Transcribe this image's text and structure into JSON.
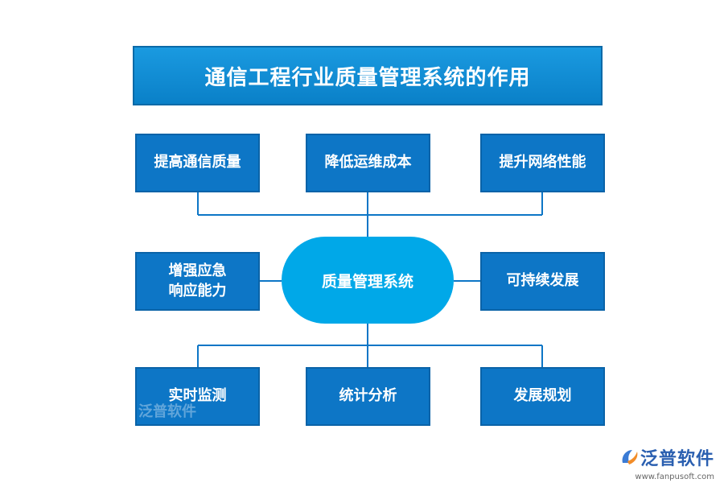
{
  "title": "通信工程行业质量管理系统的作用",
  "center": "质量管理系统",
  "top": [
    "提高通信质量",
    "降低运维成本",
    "提升网络性能"
  ],
  "middle_left": [
    "增强应急",
    "响应能力"
  ],
  "middle_right": "可持续发展",
  "bottom": [
    "实时监测",
    "统计分析",
    "发展规划"
  ],
  "logo": {
    "brand": "泛普软件",
    "url": "www.fanpusoft.com",
    "watermark": "泛普软件"
  },
  "colors": {
    "box": "#0d76c6",
    "center": "#00a8e8",
    "title": "#1a9ae0",
    "line": "#0d76c6"
  }
}
